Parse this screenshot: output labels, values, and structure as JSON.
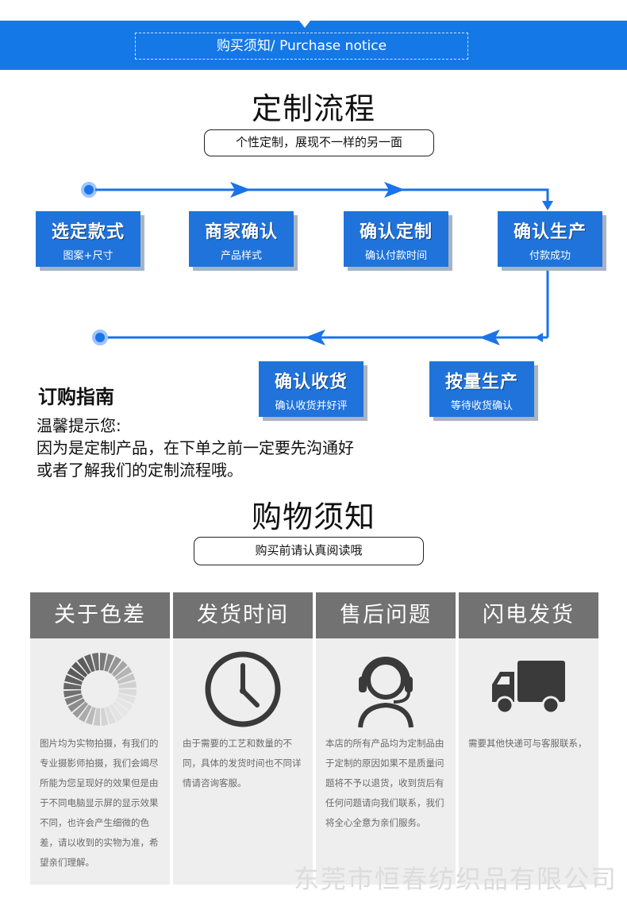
{
  "banner": {
    "label": "购买须知/ Purchase notice"
  },
  "process": {
    "title": "定制流程",
    "subtitle": "个性定制，展现不一样的另一面",
    "steps": [
      {
        "title": "选定款式",
        "sub": "图案+尺寸"
      },
      {
        "title": "商家确认",
        "sub": "产品样式"
      },
      {
        "title": "确认定制",
        "sub": "确认付款时间"
      },
      {
        "title": "确认生产",
        "sub": "付款成功"
      },
      {
        "title": "按量生产",
        "sub": "等待收货确认"
      },
      {
        "title": "确认收货",
        "sub": "确认收货并好评"
      }
    ]
  },
  "guide": {
    "title": "订购指南",
    "lines": [
      "温馨提示您:",
      "因为是定制产品，在下单之前一定要先沟通好",
      "或者了解我们的定制流程哦。"
    ]
  },
  "shopping": {
    "title": "购物须知",
    "subtitle": "购买前请认真阅读哦",
    "columns": [
      {
        "heading": "关于色差",
        "icon": "color-wheel-icon",
        "text": "图片均为实物拍摄，有我们的专业摄影师拍摄，我们会竭尽所能为您呈现好的效果但是由于不同电脑显示屏的显示效果不同，也许会产生细微的色差，请以收到的实物为准，希望亲们理解。"
      },
      {
        "heading": "发货时间",
        "icon": "clock-icon",
        "text": "由于需要的工艺和数量的不同，具体的发货时间也不同详情请咨询客服。"
      },
      {
        "heading": "售后问题",
        "icon": "headset-agent-icon",
        "text": "本店的所有产品均为定制品由于定制的原因如果不是质量问题将不予以退货，收到货后有任何问题请向我们联系，我们将全心全意为亲们服务。"
      },
      {
        "heading": "闪电发货",
        "icon": "truck-icon",
        "text": "需要其他快递可与客服联系，"
      }
    ]
  },
  "watermark": "东莞市恒春纺织品有限公司",
  "colors": {
    "brand_blue": "#1478e6",
    "step_blue": "#1f73db",
    "column_header": "#727272",
    "column_bg": "#eeeeee"
  }
}
